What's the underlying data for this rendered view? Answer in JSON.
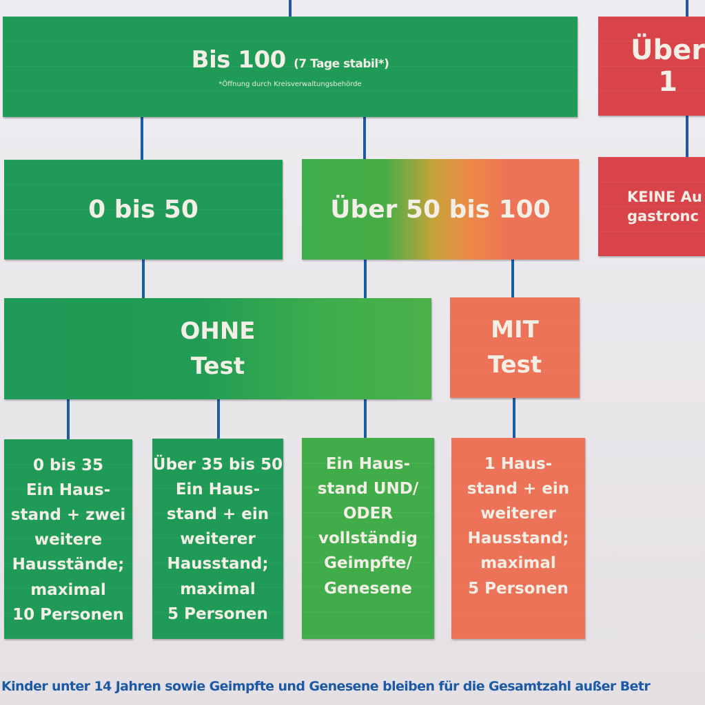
{
  "diagram": {
    "type": "decision-tree",
    "colors": {
      "green": "#1f9a57",
      "green_light": "#41ad4a",
      "orange": "#ec7357",
      "red": "#d8444a",
      "connector_blue": "#1b5aa6",
      "text_light": "#f3efe6",
      "background": "#ece9ee"
    },
    "top_nodes": {
      "bis100": {
        "title": "Bis 100",
        "subtitle": "(7 Tage stabil*)",
        "note": "*Öffnung durch Kreisverwaltungsbehörde"
      },
      "ueber100": {
        "title": "Über 1",
        "detail_lines": [
          "KEINE Au",
          "gastronc"
        ]
      }
    },
    "level2": {
      "left": "0 bis 50",
      "right": "Über 50 bis 100"
    },
    "level3": {
      "ohne": [
        "OHNE",
        "Test"
      ],
      "mit": [
        "MIT",
        "Test"
      ]
    },
    "leaves": [
      {
        "lines": [
          "0 bis 35",
          "Ein Haus-",
          "stand + zwei",
          "weitere",
          "Hausstände;",
          "maximal",
          "10 Personen"
        ]
      },
      {
        "lines": [
          "Über 35 bis 50",
          "Ein Haus-",
          "stand + ein",
          "weiterer",
          "Hausstand;",
          "maximal",
          "5 Personen"
        ]
      },
      {
        "lines": [
          "Ein Haus-",
          "stand UND/",
          "ODER",
          "vollständig",
          "Geimpfte/",
          "Genesene"
        ]
      },
      {
        "lines": [
          "1 Haus-",
          "stand + ein",
          "weiterer",
          "Hausstand;",
          "maximal",
          "5 Personen"
        ]
      }
    ],
    "footer": "Kinder unter 14 Jahren sowie Geimpfte und Genesene bleiben für die Gesamtzahl außer Betr"
  }
}
